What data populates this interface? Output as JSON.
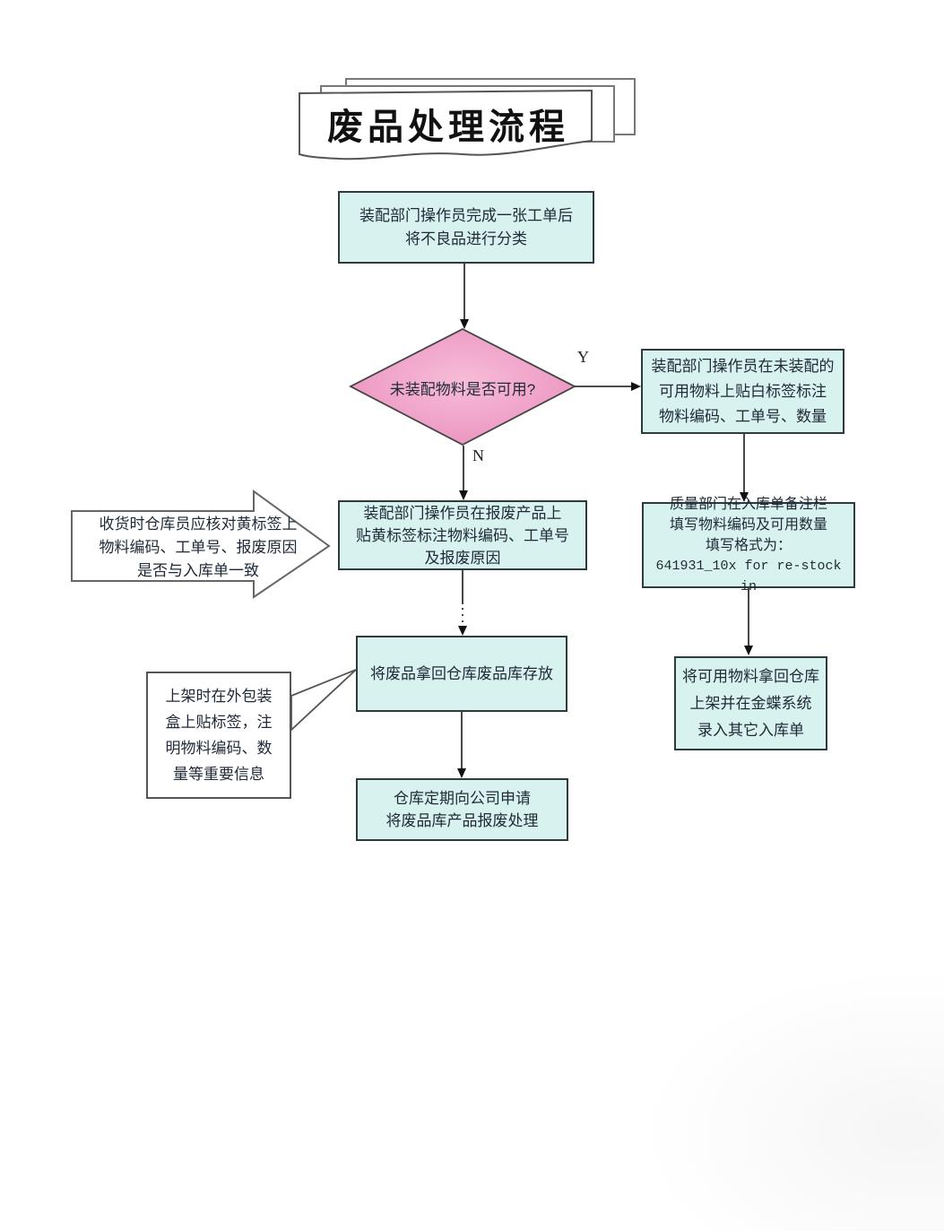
{
  "title": "废品处理流程",
  "nodes": {
    "start": {
      "lines": [
        "装配部门操作员完成一张工单后",
        "将不良品进行分类"
      ]
    },
    "decision": {
      "question": "未装配物料是否可用?",
      "yes_label": "Y",
      "no_label": "N"
    },
    "white_label": {
      "lines": [
        "装配部门操作员在未装配的",
        "可用物料上贴白标签标注",
        "物料编码、工单号、数量"
      ]
    },
    "quality_note": {
      "lines": [
        "质量部门在入库单备注栏",
        "填写物料编码及可用数量",
        "填写格式为：",
        "641931_10x for re-stock in"
      ]
    },
    "yellow_label": {
      "lines": [
        "装配部门操作员在报废产品上",
        "贴黄标签标注物料编码、工单号",
        "及报废原因"
      ]
    },
    "store_scrap": {
      "lines": [
        "将废品拿回仓库废品库存放"
      ]
    },
    "apply_scrap": {
      "lines": [
        "仓库定期向公司申请",
        "将废品库产品报废处理"
      ]
    },
    "restock": {
      "lines": [
        "将可用物料拿回仓库",
        "上架并在金蝶系统",
        "录入其它入库单"
      ]
    }
  },
  "annotations": {
    "receiving_check": {
      "lines": [
        "收货时仓库员应核对黄标签上",
        "物料编码、工单号、报废原因",
        "是否与入库单一致"
      ]
    },
    "shelf_label": {
      "lines": [
        "上架时在外包装",
        "盒上贴标签，注",
        "明物料编码、数",
        "量等重要信息"
      ]
    }
  },
  "colors": {
    "node_fill": "#d8f3ef",
    "node_border": "#2e3a3c",
    "diamond_fill": "#f0a4c9",
    "diamond_fill_light": "#f7bcd8",
    "diamond_fill_dark": "#e98fba",
    "connector": "#333333",
    "shape_outline": "#666666",
    "text": "#1f2937"
  }
}
